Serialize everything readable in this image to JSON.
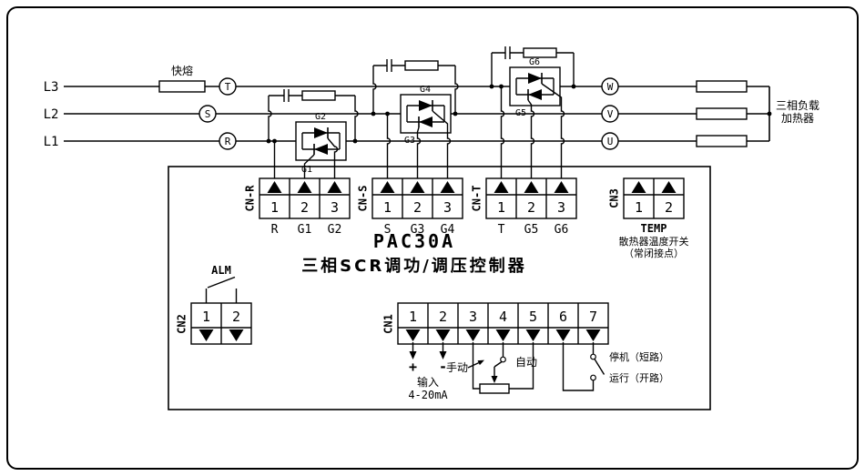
{
  "colors": {
    "ink": "#000000",
    "paper": "#ffffff"
  },
  "title": {
    "model": "PAC30A",
    "product": "三相SCR调功/调压控制器"
  },
  "power": {
    "line_labels": [
      "L3",
      "L2",
      "L1"
    ],
    "fuse_label": "快熔",
    "source_phase_markers": [
      "T",
      "S",
      "R"
    ],
    "output_phase_markers": [
      "W",
      "V",
      "U"
    ],
    "load_label_1": "三相负载",
    "load_label_2": "加热器"
  },
  "scr": {
    "g1": "G1",
    "g2": "G2",
    "g3": "G3",
    "g4": "G4",
    "g5": "G5",
    "g6": "G6"
  },
  "connectors": {
    "cn_r": {
      "name": "CN-R",
      "pins": [
        "1",
        "2",
        "3"
      ],
      "pin_labels": [
        "R",
        "G1",
        "G2"
      ]
    },
    "cn_s": {
      "name": "CN-S",
      "pins": [
        "1",
        "2",
        "3"
      ],
      "pin_labels": [
        "S",
        "G3",
        "G4"
      ]
    },
    "cn_t": {
      "name": "CN-T",
      "pins": [
        "1",
        "2",
        "3"
      ],
      "pin_labels": [
        "T",
        "G5",
        "G6"
      ]
    },
    "cn3": {
      "name": "CN3",
      "pins": [
        "1",
        "2"
      ],
      "label": "TEMP",
      "desc_1": "散热器温度开关",
      "desc_2": "（常闭接点）"
    },
    "cn2": {
      "name": "CN2",
      "pins": [
        "1",
        "2"
      ],
      "label": "ALM"
    },
    "cn1": {
      "name": "CN1",
      "pins": [
        "1",
        "2",
        "3",
        "4",
        "5",
        "6",
        "7"
      ],
      "plus": "+",
      "minus": "-",
      "input_label_1": "输入",
      "input_label_2": "4-20mA",
      "manual_label": "手动",
      "auto_label": "自动",
      "stop_label": "停机（短路）",
      "run_label": "运行（开路）"
    }
  }
}
